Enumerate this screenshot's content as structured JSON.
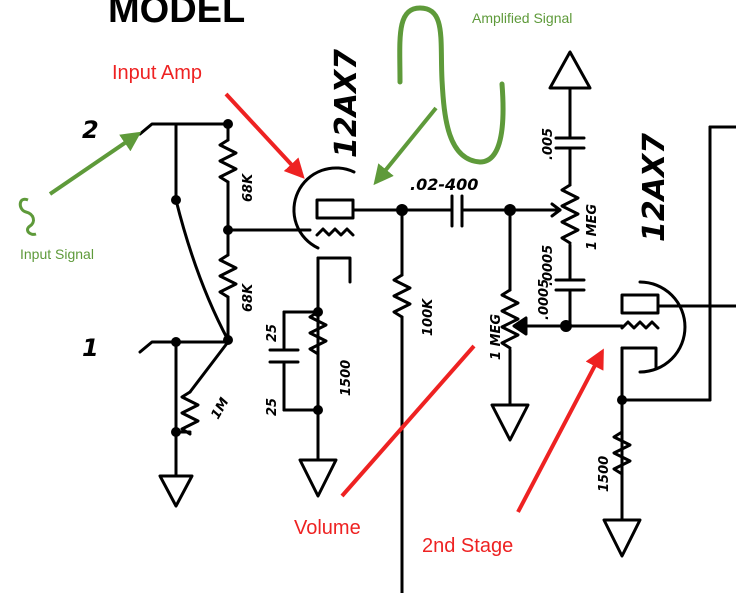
{
  "header": {
    "title": "MODEL"
  },
  "tubes": {
    "first": "12AX7",
    "second": "12AX7"
  },
  "inputs": {
    "jack_2": "2",
    "jack_1": "1"
  },
  "components": {
    "r_68k_top": "68K",
    "r_68k_bottom": "68K",
    "r_1m": "1M",
    "c_25_a": "25",
    "c_25_b": "25",
    "r_1500_cathode": "1500",
    "r_100k_plate": "100K",
    "c_coupling": ".02-400",
    "c_bright": ".005",
    "r_volume": "1 MEG",
    "c_volume_bypass": ".0005",
    "r_tone": "1 MEG",
    "c_tone": ".0005",
    "r_1500_second": "1500"
  },
  "annotations": {
    "input_amp": "Input Amp",
    "amplified_signal": "Amplified Signal",
    "input_signal": "Input Signal",
    "volume": "Volume",
    "second_stage": "2nd Stage"
  },
  "colors": {
    "schematic": "#000000",
    "red_annotation": "#ee2222",
    "green_annotation": "#5e9a3a"
  }
}
